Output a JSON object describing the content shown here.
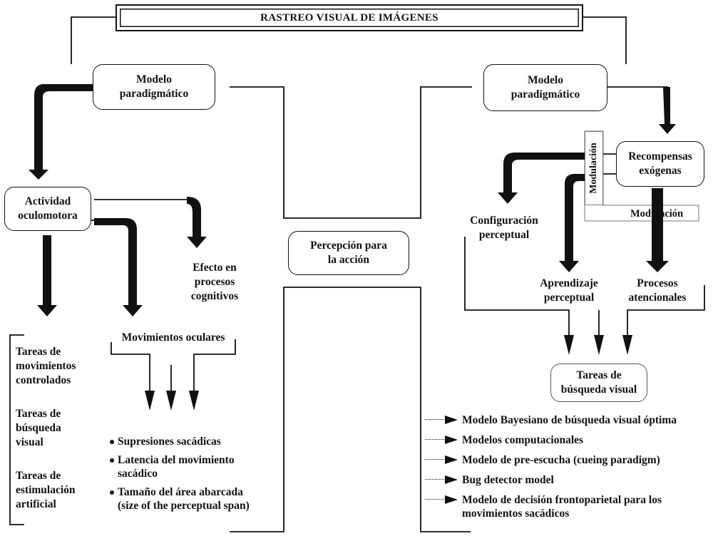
{
  "title": "RASTREO VISUAL DE IMÁGENES",
  "left": {
    "model": "Modelo\nparadigmático",
    "activity": "Actividad\noculomotora",
    "cognitive_effect": "Efecto en\nprocesos\ncognitivos",
    "eye_movements": "Movimientos oculares",
    "tasks": [
      "Tareas de\nmovimientos\ncontrolados",
      "Tareas de\nbúsqueda\nvisual",
      "Tareas de\nestimulación\nartificial"
    ],
    "measures": [
      "Supresiones sacádicas",
      "Latencia del movimiento\nsacádico",
      "Tamaño del área abarcada\n(size of the perceptual span)"
    ]
  },
  "center": {
    "perception": "Percepción para\nla acción"
  },
  "right": {
    "model": "Modelo\nparadigmático",
    "rewards": "Recompensas\nexógenas",
    "modulation_vertical": "Modulación",
    "modulation_horizontal": "Modulación",
    "perceptual_config": "Configuración\nperceptual",
    "perceptual_learning": "Aprendizaje\nperceptual",
    "attention": "Procesos\natencionales",
    "search_tasks": "Tareas de\nbúsqueda visual",
    "models": [
      "Modelo Bayesiano de búsqueda visual óptima",
      "Modelos computacionales",
      "Modelo de pre-escucha (cueing paradigm)",
      "Bug detector model",
      "Modelo de decisión frontoparietal para los\nmovimientos sacádicos"
    ]
  },
  "colors": {
    "ink": "#111111",
    "background": "#ffffff"
  }
}
